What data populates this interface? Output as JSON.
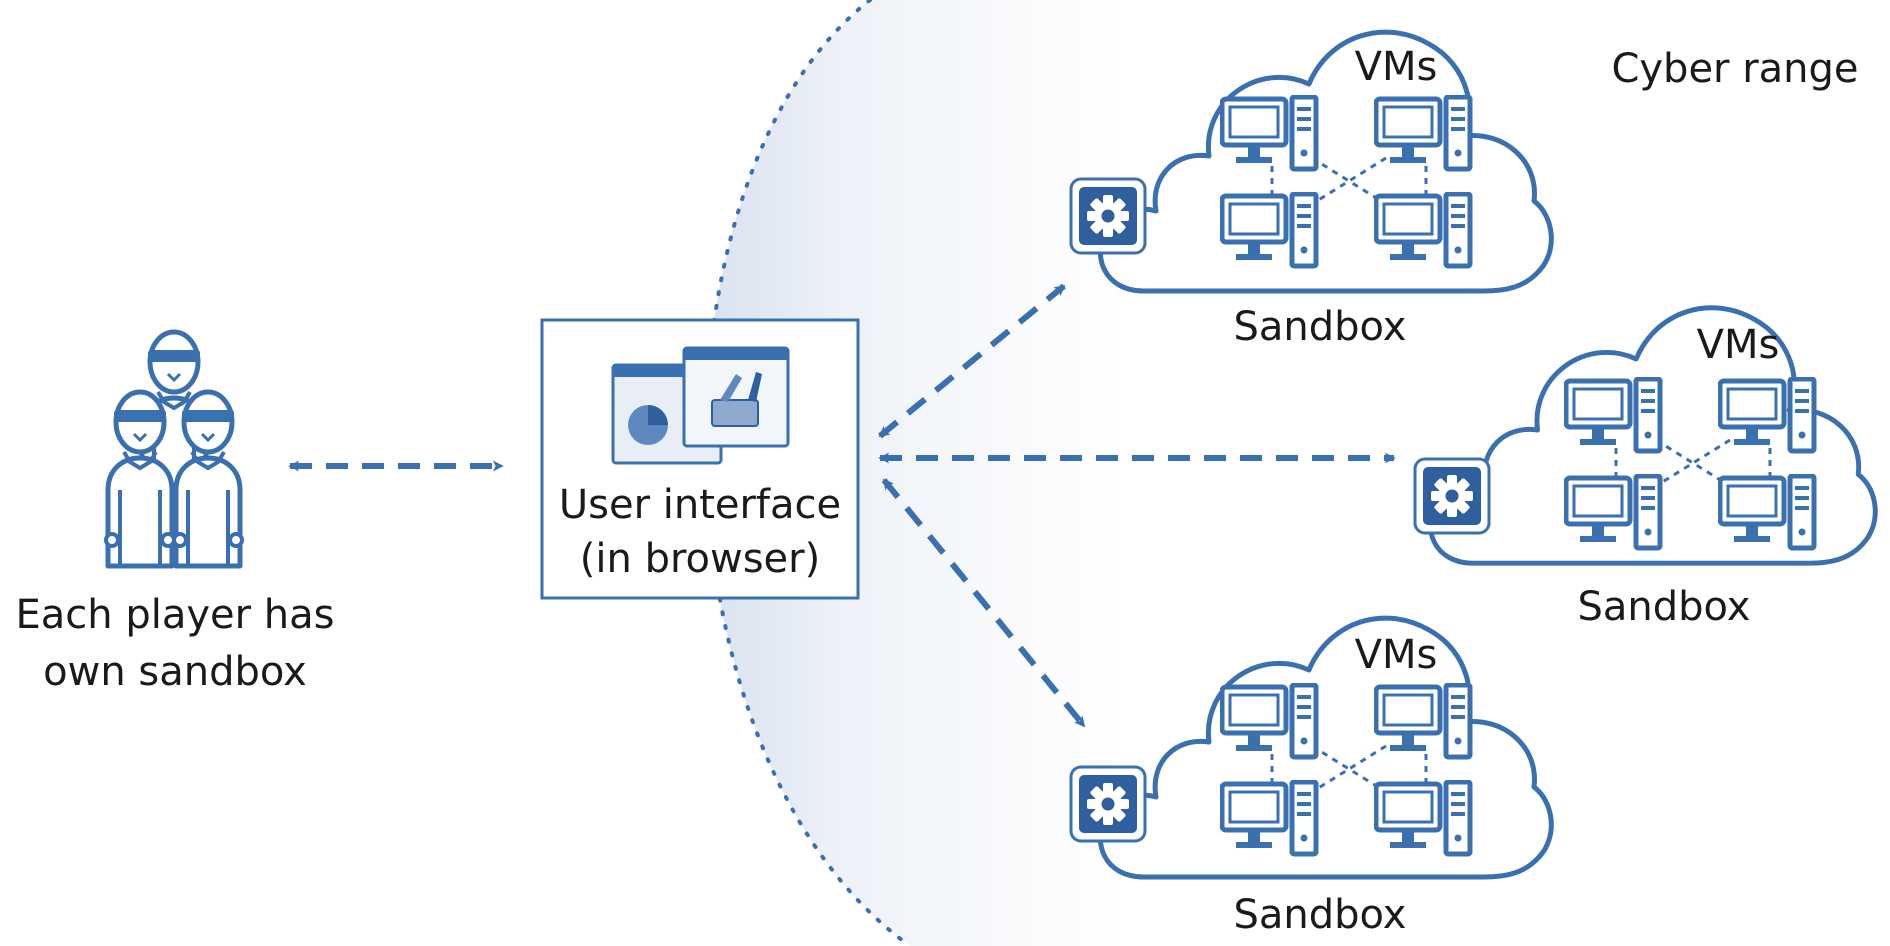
{
  "title": "Cyber range",
  "players": {
    "caption_line1": "Each player has",
    "caption_line2": "own sandbox"
  },
  "ui": {
    "line1": "User interface",
    "line2": "(in browser)"
  },
  "sandboxes": [
    {
      "vms_label": "VMs",
      "label": "Sandbox"
    },
    {
      "vms_label": "VMs",
      "label": "Sandbox"
    },
    {
      "vms_label": "VMs",
      "label": "Sandbox"
    }
  ],
  "colors": {
    "primary": "#3a6fb0",
    "primary_dark": "#2f5f9e",
    "gradient_edge": "#e3e9f3"
  },
  "icons": [
    "players-icon",
    "browser-windows-icon",
    "gear-icon",
    "computer-icon"
  ]
}
